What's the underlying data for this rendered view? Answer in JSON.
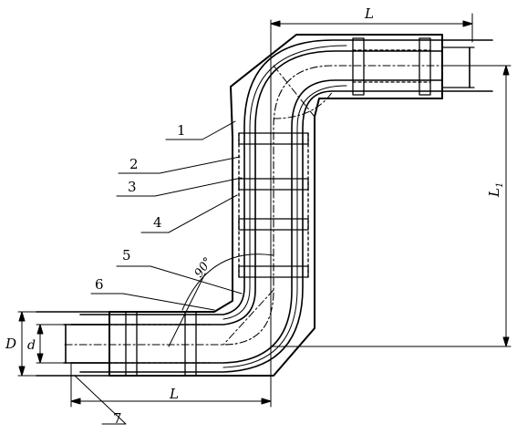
{
  "labels": {
    "p1": "1",
    "p2": "2",
    "p3": "3",
    "p4": "4",
    "p5": "5",
    "p6": "6",
    "p7": "7",
    "dim_L_top": "L",
    "dim_L_bottom": "L",
    "dim_L1": "L",
    "dim_L1_sub": "1",
    "dim_D": "D",
    "dim_d": "d",
    "angle": "90°"
  }
}
